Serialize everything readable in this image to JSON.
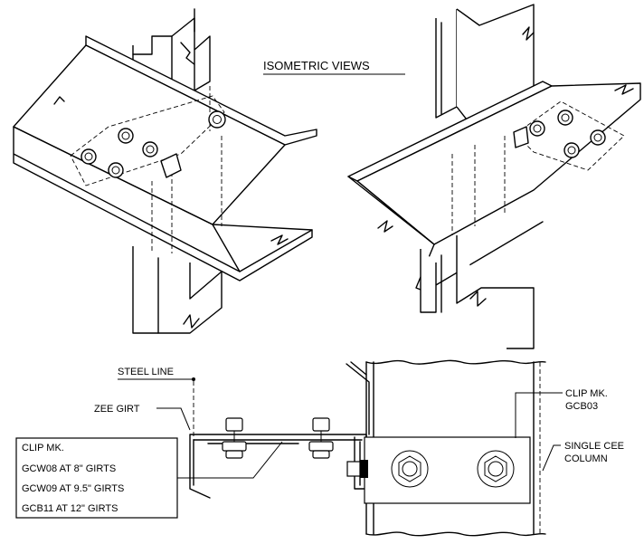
{
  "title": "ISOMETRIC VIEWS",
  "labels": {
    "steel_line": "STEEL LINE",
    "zee_girt": "ZEE GIRT",
    "clip_mk_1": "CLIP MK.",
    "clip_mk_2": "GCB03",
    "single_cee_1": "SINGLE CEE",
    "single_cee_2": "COLUMN"
  },
  "clip_box": {
    "heading": "CLIP MK.",
    "lines": [
      "GCW08 AT 8\" GIRTS",
      "GCW09 AT 9.5\" GIRTS",
      "GCB11 AT 12\" GIRTS"
    ]
  }
}
